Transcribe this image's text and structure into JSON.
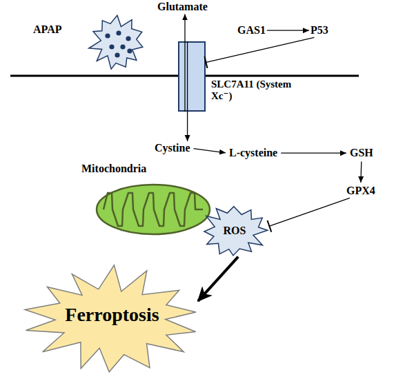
{
  "diagram": {
    "nodes": [
      {
        "text": [
          "APAP"
        ]
      },
      {
        "text": [
          "SLC7A11 (System Xc⁻)"
        ]
      },
      {
        "text": [
          "Glutamate"
        ]
      },
      {
        "text": [
          "GAS1"
        ]
      },
      {
        "text": [
          "P53"
        ]
      },
      {
        "text": [
          "Cystine"
        ]
      },
      {
        "text": [
          "L-cysteine"
        ]
      },
      {
        "text": [
          "GSH"
        ]
      },
      {
        "text": [
          "GPX4"
        ]
      },
      {
        "text": [
          "Mitochondria"
        ]
      },
      {
        "text": [
          "ROS"
        ]
      },
      {
        "text": [
          "Ferroptosis"
        ]
      }
    ],
    "edges": [
      {
        "from": 3,
        "to": 4,
        "arrow": "to"
      },
      {
        "from": 4,
        "to": 1,
        "arrow": "to"
      },
      {
        "from": 1,
        "to": 2,
        "arrow": "to"
      },
      {
        "from": 1,
        "to": 5,
        "arrow": "to"
      },
      {
        "from": 5,
        "to": 6,
        "arrow": "to"
      },
      {
        "from": 6,
        "to": 7,
        "arrow": "to"
      },
      {
        "from": 7,
        "to": 8,
        "arrow": "to"
      },
      {
        "from": 8,
        "to": 10,
        "arrow": "to"
      },
      {
        "from": 10,
        "to": 11,
        "arrow": "to"
      }
    ]
  }
}
